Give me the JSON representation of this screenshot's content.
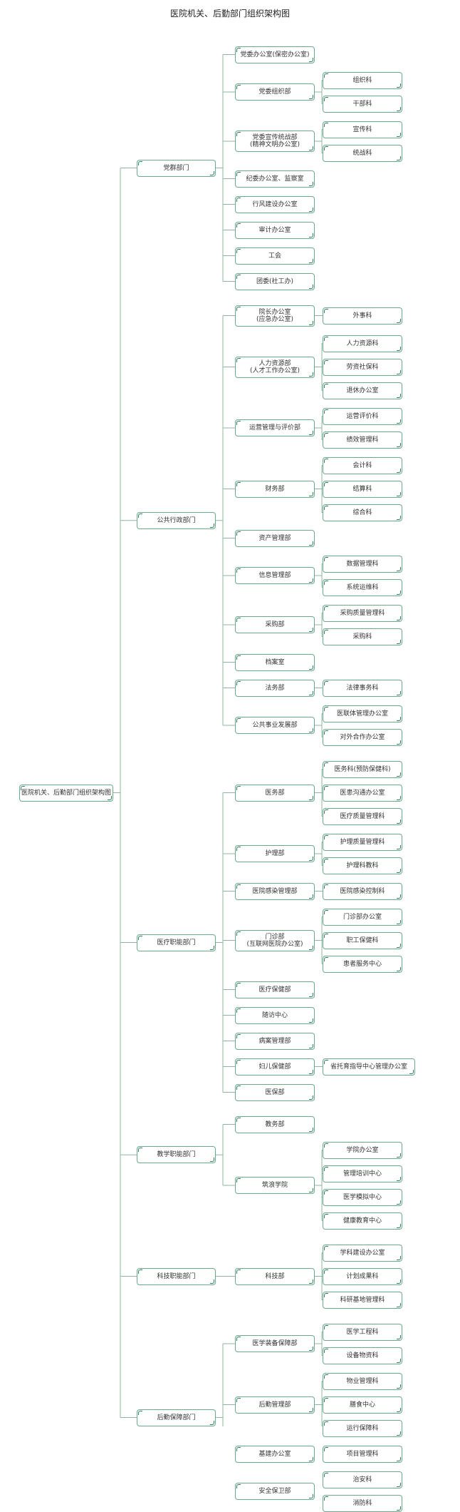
{
  "title": "医院机关、后勤部门组织架构图",
  "root": "医院机关、后勤部门组织架构图",
  "colors": {
    "line": "#8fb5a2",
    "border": "#6aa98c",
    "corner": "#2f7f5c"
  },
  "tree": [
    {
      "label": "党群部门",
      "children": [
        {
          "label": "党委办公室(保密办公室)",
          "children": []
        },
        {
          "label": "党委组织部",
          "children": [
            {
              "label": "组织科"
            },
            {
              "label": "干部科"
            }
          ]
        },
        {
          "label": "党委宣传统战部\n(精神文明办公室)",
          "children": [
            {
              "label": "宣传科"
            },
            {
              "label": "统战科"
            }
          ]
        },
        {
          "label": "纪委办公室、监察室",
          "children": []
        },
        {
          "label": "行风建设办公室",
          "children": []
        },
        {
          "label": "审计办公室",
          "children": []
        },
        {
          "label": "工会",
          "children": []
        },
        {
          "label": "团委(社工办)",
          "children": []
        }
      ]
    },
    {
      "label": "公共行政部门",
      "children": [
        {
          "label": "院长办公室\n(应急办公室)",
          "children": [
            {
              "label": "外事科"
            }
          ]
        },
        {
          "label": "人力资源部\n(人才工作办公室)",
          "children": [
            {
              "label": "人力资源科"
            },
            {
              "label": "劳资社保科"
            },
            {
              "label": "退休办公室"
            }
          ]
        },
        {
          "label": "运营管理与评价部",
          "children": [
            {
              "label": "运营评价科"
            },
            {
              "label": "绩效管理科"
            }
          ]
        },
        {
          "label": "财务部",
          "children": [
            {
              "label": "会计科"
            },
            {
              "label": "结算科"
            },
            {
              "label": "综合科"
            }
          ]
        },
        {
          "label": "资产管理部",
          "children": []
        },
        {
          "label": "信息管理部",
          "children": [
            {
              "label": "数据管理科"
            },
            {
              "label": "系统运维科"
            }
          ]
        },
        {
          "label": "采购部",
          "children": [
            {
              "label": "采购质量管理科"
            },
            {
              "label": "采购科"
            }
          ]
        },
        {
          "label": "档案室",
          "children": []
        },
        {
          "label": "法务部",
          "children": [
            {
              "label": "法律事务科"
            }
          ]
        },
        {
          "label": "公共事业发展部",
          "children": [
            {
              "label": "医联体管理办公室"
            },
            {
              "label": "对外合作办公室"
            }
          ]
        }
      ]
    },
    {
      "label": "医疗职能部门",
      "children": [
        {
          "label": "医务部",
          "children": [
            {
              "label": "医务科(预防保健科)"
            },
            {
              "label": "医患沟通办公室"
            },
            {
              "label": "医疗质量管理科"
            }
          ]
        },
        {
          "label": "护理部",
          "children": [
            {
              "label": "护理质量管理科"
            },
            {
              "label": "护理科教科"
            }
          ]
        },
        {
          "label": "医院感染管理部",
          "children": [
            {
              "label": "医院感染控制科"
            }
          ]
        },
        {
          "label": "门诊部\n(互联网医院办公室)",
          "children": [
            {
              "label": "门诊部办公室"
            },
            {
              "label": "职工保健科"
            },
            {
              "label": "患者服务中心"
            }
          ]
        },
        {
          "label": "医疗保健部",
          "children": []
        },
        {
          "label": "随访中心",
          "children": []
        },
        {
          "label": "病案管理部",
          "children": []
        },
        {
          "label": "妇儿保健部",
          "children": [
            {
              "label": "省托育指导中心管理办公室"
            }
          ]
        },
        {
          "label": "医保部",
          "children": []
        }
      ]
    },
    {
      "label": "教学职能部门",
      "children": [
        {
          "label": "教务部",
          "children": []
        },
        {
          "label": "筑浪学院",
          "children": [
            {
              "label": "学院办公室"
            },
            {
              "label": "管理培训中心"
            },
            {
              "label": "医学模拟中心"
            },
            {
              "label": "健康教育中心"
            }
          ]
        }
      ]
    },
    {
      "label": "科技职能部门",
      "children": [
        {
          "label": "科技部",
          "children": [
            {
              "label": "学科建设办公室"
            },
            {
              "label": "计划成果科"
            },
            {
              "label": "科研基地管理科"
            }
          ]
        }
      ]
    },
    {
      "label": "后勤保障部门",
      "children": [
        {
          "label": "医学装备保障部",
          "children": [
            {
              "label": "医学工程科"
            },
            {
              "label": "设备物资科"
            }
          ]
        },
        {
          "label": "后勤管理部",
          "children": [
            {
              "label": "物业管理科"
            },
            {
              "label": "膳食中心"
            },
            {
              "label": "运行保障科"
            }
          ]
        },
        {
          "label": "基建办公室",
          "children": [
            {
              "label": "项目管理科"
            }
          ]
        },
        {
          "label": "安全保卫部",
          "children": [
            {
              "label": "治安科"
            },
            {
              "label": "消防科"
            }
          ]
        }
      ]
    }
  ]
}
